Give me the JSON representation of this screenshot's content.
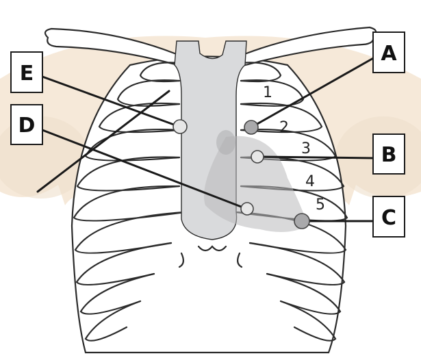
{
  "labels": {
    "a": "A",
    "b": "B",
    "c": "C",
    "d": "D",
    "e": "E"
  },
  "intercostal_numbers": {
    "n1": "1",
    "n2": "2",
    "n3": "3",
    "n4": "4",
    "n5": "5"
  },
  "colors": {
    "skin": "#f6e9d9",
    "mediastinum": "#d9dadc",
    "heart_shadow": "#b9babc",
    "point_light": "#e7e7e7",
    "point_dark": "#a9a9ab",
    "outline": "#2b2b2b"
  }
}
